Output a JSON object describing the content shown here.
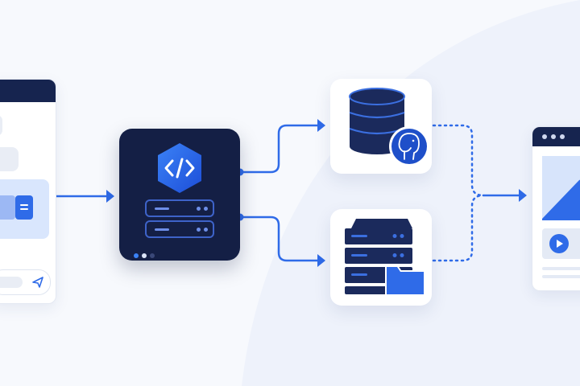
{
  "diagram": {
    "nodes": [
      {
        "id": "chat-client",
        "icon": "chat-window-icon"
      },
      {
        "id": "api-server",
        "icon": "code-server-icon"
      },
      {
        "id": "postgres-db",
        "icon": "postgresql-database-icon"
      },
      {
        "id": "file-storage",
        "icon": "file-server-folder-icon"
      },
      {
        "id": "web-preview",
        "icon": "browser-window-icon"
      }
    ],
    "edges": [
      {
        "from": "chat-client",
        "to": "api-server",
        "style": "solid"
      },
      {
        "from": "api-server",
        "to": "postgres-db",
        "style": "solid"
      },
      {
        "from": "api-server",
        "to": "file-storage",
        "style": "solid"
      },
      {
        "from": "postgres-db",
        "to": "web-preview",
        "style": "dotted"
      },
      {
        "from": "file-storage",
        "to": "web-preview",
        "style": "dotted"
      }
    ]
  },
  "colors": {
    "accent": "#2f6be8",
    "navy": "#141f45",
    "background": "#f7f9fd"
  }
}
